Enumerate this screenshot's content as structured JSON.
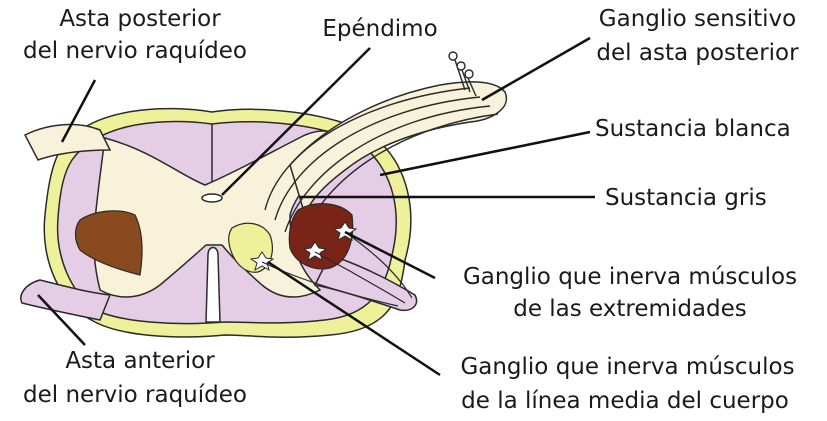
{
  "labels": {
    "asta_posterior": [
      "Asta posterior",
      "del nervio raquídeo"
    ],
    "ependimo": "Epéndimo",
    "ganglio_sensitivo": [
      "Ganglio sensitivo",
      "del asta posterior"
    ],
    "sustancia_blanca": "Sustancia blanca",
    "sustancia_gris": "Sustancia gris",
    "ganglio_extremidades": [
      "Ganglio que inerva músculos",
      "de las extremidades"
    ],
    "asta_anterior": [
      "Asta anterior",
      "del nervio raquídeo"
    ],
    "ganglio_linea_media": [
      "Ganglio que inerva músculos",
      "de la línea media del cuerpo"
    ]
  },
  "colors": {
    "white_matter": "#e6cde6",
    "gray_matter": "#f7f2d9",
    "yellow_rim": "#eef19a",
    "brown_left": "#8a4a1f",
    "dark_red": "#7a2418",
    "outline": "#2a2a2a",
    "leader": "#111111"
  }
}
